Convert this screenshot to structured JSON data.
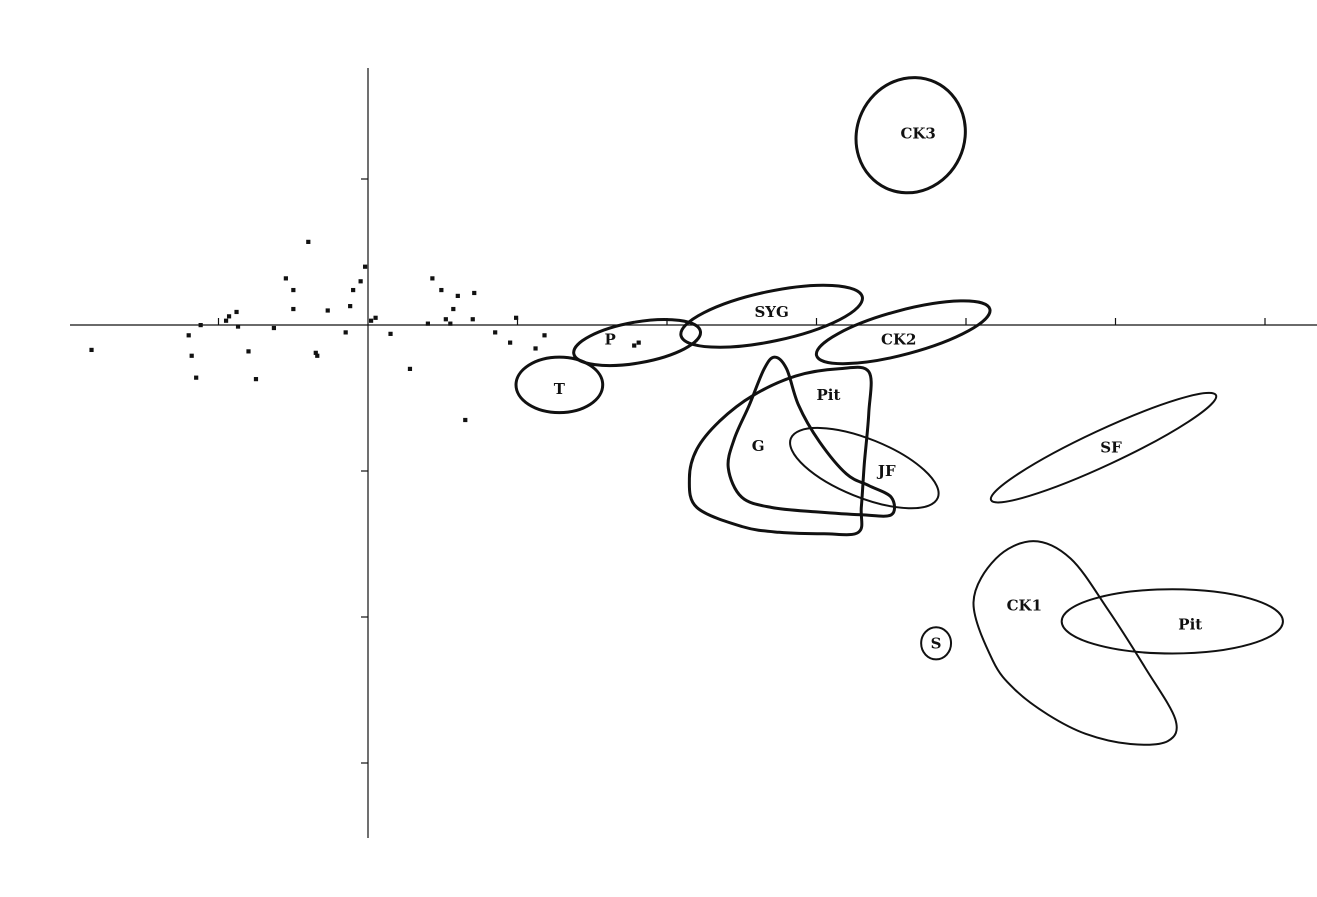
{
  "chart_data": {
    "type": "scatter",
    "title": "",
    "xlabel": "",
    "ylabel": "",
    "grid": false,
    "legend": "none",
    "xlim": [
      -2.0,
      6.4
    ],
    "ylim": [
      -3.5,
      1.8
    ],
    "x_ticks": [
      -1,
      1,
      2,
      3,
      4,
      5,
      6
    ],
    "y_ticks": [
      1,
      -1,
      -2,
      -3
    ],
    "points": [
      {
        "x": -1.85,
        "y": -0.17
      },
      {
        "x": -1.2,
        "y": -0.07
      },
      {
        "x": -1.18,
        "y": -0.21
      },
      {
        "x": -1.15,
        "y": -0.36
      },
      {
        "x": -1.12,
        "y": 0.0
      },
      {
        "x": -0.95,
        "y": 0.03
      },
      {
        "x": -0.93,
        "y": 0.06
      },
      {
        "x": -0.88,
        "y": 0.09
      },
      {
        "x": -0.87,
        "y": -0.01
      },
      {
        "x": -0.8,
        "y": -0.18
      },
      {
        "x": -0.75,
        "y": -0.37
      },
      {
        "x": -0.63,
        "y": -0.02
      },
      {
        "x": -0.55,
        "y": 0.32
      },
      {
        "x": -0.5,
        "y": 0.11
      },
      {
        "x": -0.5,
        "y": 0.24
      },
      {
        "x": -0.4,
        "y": 0.57
      },
      {
        "x": -0.35,
        "y": -0.19
      },
      {
        "x": -0.34,
        "y": -0.21
      },
      {
        "x": -0.27,
        "y": 0.1
      },
      {
        "x": -0.15,
        "y": -0.05
      },
      {
        "x": -0.12,
        "y": 0.13
      },
      {
        "x": -0.1,
        "y": 0.24
      },
      {
        "x": -0.05,
        "y": 0.3
      },
      {
        "x": -0.02,
        "y": 0.4
      },
      {
        "x": 0.02,
        "y": 0.03
      },
      {
        "x": 0.05,
        "y": 0.05
      },
      {
        "x": 0.15,
        "y": -0.06
      },
      {
        "x": 0.28,
        "y": -0.3
      },
      {
        "x": 0.4,
        "y": 0.01
      },
      {
        "x": 0.43,
        "y": 0.32
      },
      {
        "x": 0.49,
        "y": 0.24
      },
      {
        "x": 0.52,
        "y": 0.04
      },
      {
        "x": 0.55,
        "y": 0.01
      },
      {
        "x": 0.57,
        "y": 0.11
      },
      {
        "x": 0.6,
        "y": 0.2
      },
      {
        "x": 0.65,
        "y": -0.65
      },
      {
        "x": 0.7,
        "y": 0.04
      },
      {
        "x": 0.71,
        "y": 0.22
      },
      {
        "x": 0.85,
        "y": -0.05
      },
      {
        "x": 0.95,
        "y": -0.12
      },
      {
        "x": 0.99,
        "y": 0.05
      },
      {
        "x": 1.12,
        "y": -0.16
      },
      {
        "x": 1.18,
        "y": -0.07
      },
      {
        "x": 1.78,
        "y": -0.14
      },
      {
        "x": 1.81,
        "y": -0.12
      }
    ],
    "regions": [
      {
        "label": "CK3",
        "cx": 3.63,
        "cy": 1.3,
        "rx": 0.36,
        "ry": 0.4,
        "rot": 25,
        "label_x": 3.68,
        "label_y": 1.31,
        "heavy": true
      },
      {
        "label": "SYG",
        "cx": 2.7,
        "cy": 0.06,
        "rx": 0.62,
        "ry": 0.17,
        "rot": -12,
        "label_x": 2.7,
        "label_y": 0.09,
        "heavy": true
      },
      {
        "label": "P",
        "cx": 1.8,
        "cy": -0.12,
        "rx": 0.43,
        "ry": 0.14,
        "rot": -10,
        "label_x": 1.62,
        "label_y": -0.1,
        "heavy": true
      },
      {
        "label": "T",
        "cx": 1.28,
        "cy": -0.41,
        "rx": 0.29,
        "ry": 0.19,
        "rot": 0,
        "label_x": 1.28,
        "label_y": -0.44,
        "heavy": true
      },
      {
        "label": "CK2",
        "cx": 3.58,
        "cy": -0.05,
        "rx": 0.6,
        "ry": 0.15,
        "rot": -15,
        "label_x": 3.55,
        "label_y": -0.1,
        "heavy": true
      },
      {
        "label": "JF",
        "cx": 3.32,
        "cy": -0.98,
        "rx": 0.53,
        "ry": 0.2,
        "rot": 22,
        "label_x": 3.47,
        "label_y": -1.0,
        "heavy": false
      },
      {
        "label": "SF",
        "cx": 4.92,
        "cy": -0.84,
        "rx": 0.83,
        "ry": 0.12,
        "rot": -25,
        "label_x": 4.97,
        "label_y": -0.84,
        "heavy": false
      },
      {
        "label": "Pit",
        "cx": 5.38,
        "cy": -2.03,
        "rx": 0.74,
        "ry": 0.22,
        "rot": 0,
        "label_x": 5.5,
        "label_y": -2.05,
        "heavy": false
      },
      {
        "label": "S",
        "cx": 3.8,
        "cy": -2.18,
        "rx": 0.1,
        "ry": 0.11,
        "rot": 0,
        "label_x": 3.8,
        "label_y": -2.18,
        "heavy": false
      }
    ],
    "free_regions": [
      {
        "label": "G",
        "label_x": 2.61,
        "label_y": -0.83,
        "heavy": true,
        "path": [
          [
            2.35,
            -0.66
          ],
          [
            2.58,
            -0.48
          ],
          [
            2.86,
            -0.35
          ],
          [
            3.15,
            -0.3
          ],
          [
            3.35,
            -0.32
          ],
          [
            3.35,
            -0.6
          ],
          [
            3.32,
            -0.95
          ],
          [
            3.3,
            -1.25
          ],
          [
            3.28,
            -1.42
          ],
          [
            3.05,
            -1.43
          ],
          [
            2.75,
            -1.42
          ],
          [
            2.5,
            -1.38
          ],
          [
            2.2,
            -1.25
          ],
          [
            2.15,
            -1.05
          ],
          [
            2.2,
            -0.85
          ]
        ]
      },
      {
        "label": "Pit",
        "label_x": 3.08,
        "label_y": -0.48,
        "heavy": true,
        "path": [
          [
            2.55,
            -0.55
          ],
          [
            2.65,
            -0.3
          ],
          [
            2.72,
            -0.22
          ],
          [
            2.8,
            -0.3
          ],
          [
            2.88,
            -0.55
          ],
          [
            3.02,
            -0.8
          ],
          [
            3.2,
            -1.02
          ],
          [
            3.35,
            -1.1
          ],
          [
            3.5,
            -1.18
          ],
          [
            3.5,
            -1.3
          ],
          [
            3.3,
            -1.3
          ],
          [
            3.0,
            -1.28
          ],
          [
            2.7,
            -1.25
          ],
          [
            2.5,
            -1.18
          ],
          [
            2.41,
            -0.98
          ],
          [
            2.45,
            -0.78
          ]
        ]
      },
      {
        "label": "CK1",
        "label_x": 4.39,
        "label_y": -1.92,
        "heavy": false,
        "path": [
          [
            4.05,
            -1.9
          ],
          [
            4.2,
            -1.6
          ],
          [
            4.45,
            -1.48
          ],
          [
            4.7,
            -1.6
          ],
          [
            4.95,
            -1.95
          ],
          [
            5.2,
            -2.35
          ],
          [
            5.4,
            -2.7
          ],
          [
            5.35,
            -2.85
          ],
          [
            5.1,
            -2.87
          ],
          [
            4.8,
            -2.8
          ],
          [
            4.55,
            -2.67
          ],
          [
            4.33,
            -2.5
          ],
          [
            4.18,
            -2.3
          ]
        ]
      }
    ]
  }
}
